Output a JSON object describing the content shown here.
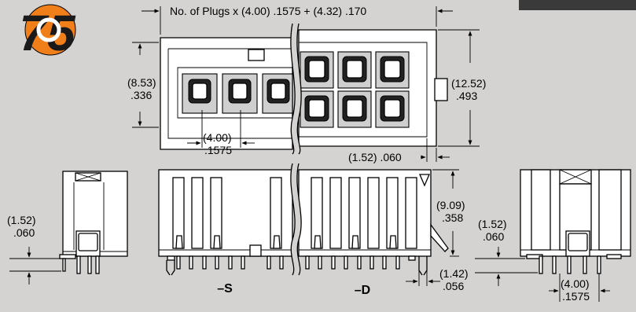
{
  "badge": {
    "text": "75",
    "accent": "#f07f1a",
    "text_color": "#1a1a1a"
  },
  "dimensions": {
    "plugs_width": "No. of Plugs x (4.00) .1575 + (4.32) .170",
    "height_mm": "(8.53)",
    "height_in": ".336",
    "overall_mm": "(12.52)",
    "overall_in": ".493",
    "pitch_top_mm": "(4.00)",
    "pitch_top_in": ".1575",
    "tab_text": "(1.52) .060",
    "body_height_mm": "(9.09)",
    "body_height_in": ".358",
    "left_tail_mm": "(1.52)",
    "left_tail_in": ".060",
    "right_tail_mm": "(1.52)",
    "right_tail_in": ".060",
    "peg_mm": "(1.42)",
    "peg_in": ".056",
    "pitch_bottom_mm": "(4.00)",
    "pitch_bottom_in": ".1575"
  },
  "labels": {
    "single_row": "–S",
    "dual_row": "–D"
  },
  "colors": {
    "background": "#d4d3d2",
    "line": "#000000",
    "body": "#ffffff",
    "header_bar": "#3a3a3a"
  }
}
